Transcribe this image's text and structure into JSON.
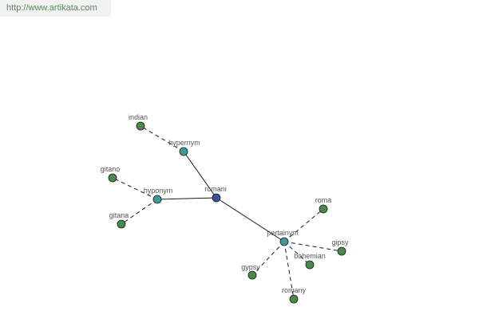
{
  "header": {
    "source_url": "http://www.artikata.com"
  },
  "graph": {
    "colors": {
      "center": "#3a4fa0",
      "relation": "#3f9a9a",
      "leaf": "#4a8a48"
    },
    "nodes": [
      {
        "id": "romani",
        "label": "romani",
        "kind": "center"
      },
      {
        "id": "hypernym",
        "label": "hypernym",
        "kind": "relation"
      },
      {
        "id": "hyponym",
        "label": "hyponym",
        "kind": "relation"
      },
      {
        "id": "pertainym",
        "label": "pertainym",
        "kind": "relation"
      },
      {
        "id": "indian",
        "label": "indian",
        "kind": "leaf"
      },
      {
        "id": "gitano",
        "label": "gitano",
        "kind": "leaf"
      },
      {
        "id": "gitana",
        "label": "gitana",
        "kind": "leaf"
      },
      {
        "id": "roma",
        "label": "roma",
        "kind": "leaf"
      },
      {
        "id": "gipsy",
        "label": "gipsy",
        "kind": "leaf"
      },
      {
        "id": "bohemian",
        "label": "bohemian",
        "kind": "leaf"
      },
      {
        "id": "gypsy",
        "label": "gypsy",
        "kind": "leaf"
      },
      {
        "id": "romany",
        "label": "romany",
        "kind": "leaf"
      }
    ],
    "edges": [
      {
        "from": "romani",
        "to": "hypernym",
        "style": "solid"
      },
      {
        "from": "romani",
        "to": "hyponym",
        "style": "solid"
      },
      {
        "from": "romani",
        "to": "pertainym",
        "style": "solid"
      },
      {
        "from": "hypernym",
        "to": "indian",
        "style": "dashed"
      },
      {
        "from": "hyponym",
        "to": "gitano",
        "style": "dashed"
      },
      {
        "from": "hyponym",
        "to": "gitana",
        "style": "dashed"
      },
      {
        "from": "pertainym",
        "to": "roma",
        "style": "dashed"
      },
      {
        "from": "pertainym",
        "to": "gipsy",
        "style": "dashed"
      },
      {
        "from": "pertainym",
        "to": "bohemian",
        "style": "dashed"
      },
      {
        "from": "pertainym",
        "to": "gypsy",
        "style": "dashed"
      },
      {
        "from": "pertainym",
        "to": "romany",
        "style": "dashed"
      }
    ]
  }
}
